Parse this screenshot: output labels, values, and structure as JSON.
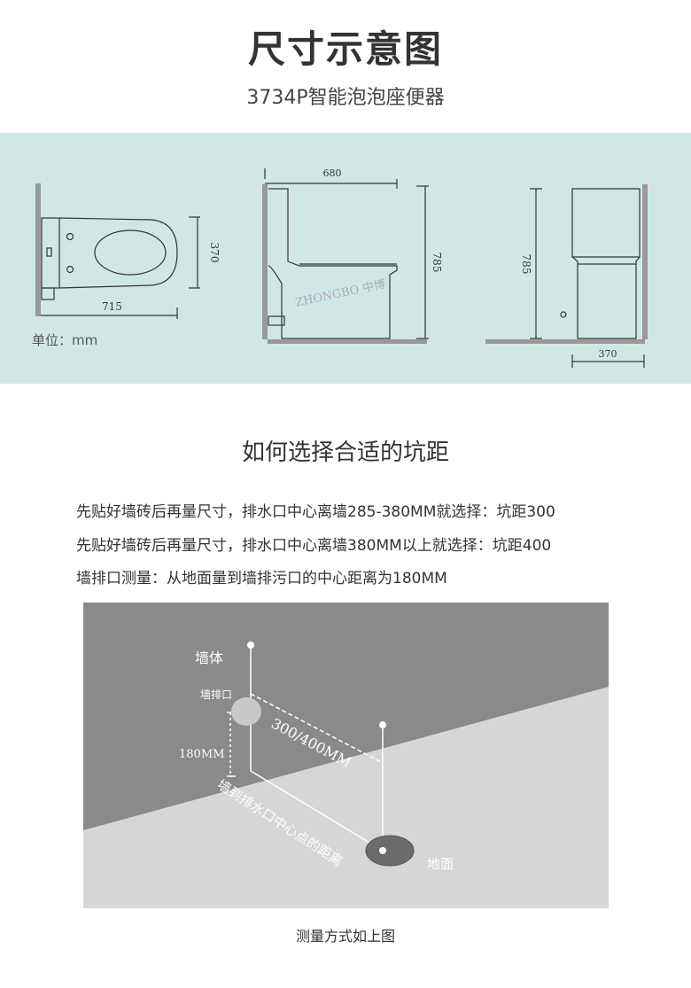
{
  "header": {
    "title": "尺寸示意图",
    "subtitle": "3734P智能泡泡座便器"
  },
  "dimensions": {
    "unit_label": "单位：mm",
    "top_length": "715",
    "top_width": "370",
    "side_length": "680",
    "side_height": "785",
    "front_height": "785",
    "front_width": "370",
    "watermark": "ZHONGBO 中博"
  },
  "section": {
    "title": "如何选择合适的坑距",
    "lines": [
      "先贴好墙砖后再量尺寸，排水口中心离墙285-380MM就选择：坑距300",
      "先贴好墙砖后再量尺寸，排水口中心离墙380MM以上就选择：坑距400",
      "墙排口测量：从地面量到墙排污口的中心距离为180MM"
    ]
  },
  "diagram": {
    "wall": "墙体",
    "wall_outlet": "墙排口",
    "height": "180MM",
    "distance": "300/400MM",
    "wall_to_drain": "墙到排水口中心点的距离",
    "floor": "地面"
  },
  "caption": "测量方式如上图"
}
